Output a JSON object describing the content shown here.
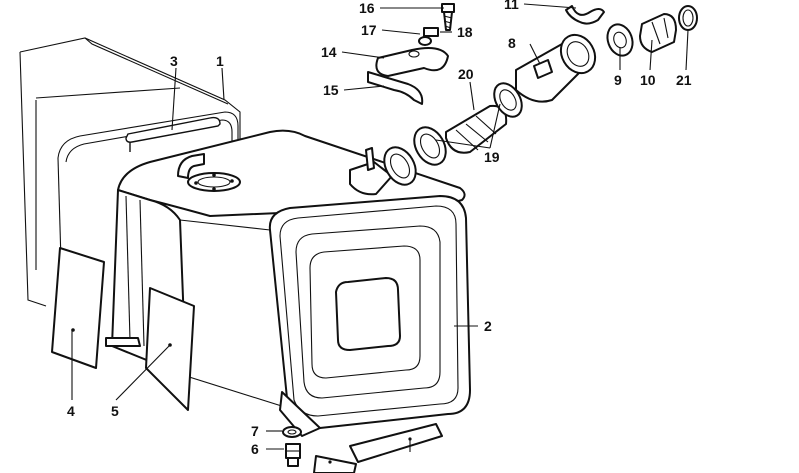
{
  "diagram": {
    "type": "exploded-parts-view",
    "colors": {
      "ink": "#111111",
      "paper": "#ffffff"
    },
    "callouts": [
      {
        "id": "c1",
        "text": "1"
      },
      {
        "id": "c2",
        "text": "2"
      },
      {
        "id": "c3",
        "text": "3"
      },
      {
        "id": "c4",
        "text": "4"
      },
      {
        "id": "c5",
        "text": "5"
      },
      {
        "id": "c6",
        "text": "6"
      },
      {
        "id": "c7",
        "text": "7"
      },
      {
        "id": "c8",
        "text": "8"
      },
      {
        "id": "c9",
        "text": "9"
      },
      {
        "id": "c10",
        "text": "10"
      },
      {
        "id": "c11",
        "text": "11"
      },
      {
        "id": "c14",
        "text": "14"
      },
      {
        "id": "c15",
        "text": "15"
      },
      {
        "id": "c16",
        "text": "16"
      },
      {
        "id": "c17",
        "text": "17"
      },
      {
        "id": "c18",
        "text": "18"
      },
      {
        "id": "c19",
        "text": "19"
      },
      {
        "id": "c20",
        "text": "20"
      },
      {
        "id": "c21",
        "text": "21"
      }
    ]
  }
}
